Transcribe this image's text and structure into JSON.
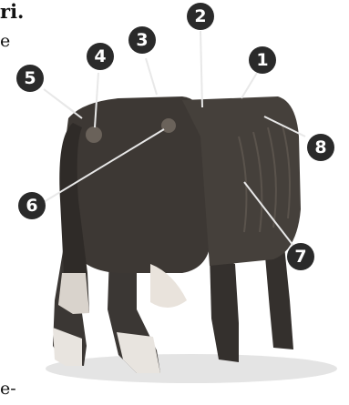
{
  "text_fragments": {
    "top": "ri.",
    "side": "e",
    "bottom": "e-"
  },
  "markers": [
    "1",
    "2",
    "3",
    "4",
    "5",
    "6",
    "7",
    "8"
  ],
  "colors": {
    "marker_fill": "#2a2a2a",
    "marker_text": "#ffffff",
    "leader_line": "#e8e8e8",
    "cow_body": "#3b3734",
    "cow_shadow": "#cfcfcf"
  }
}
